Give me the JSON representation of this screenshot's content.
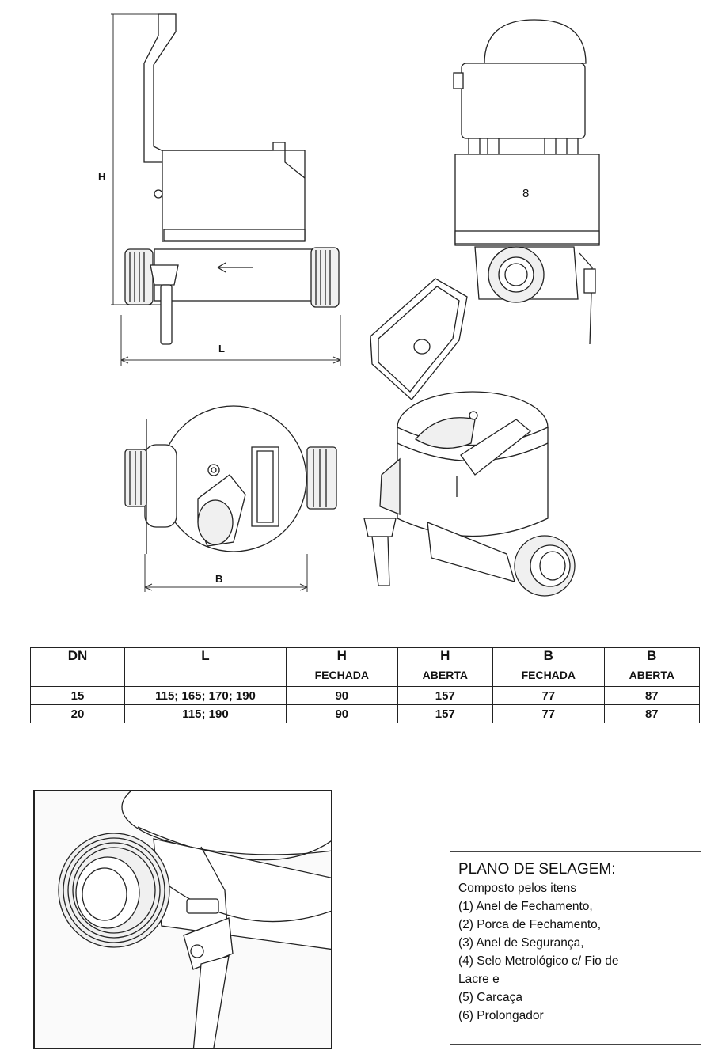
{
  "dimensions": {
    "h_label": "H",
    "l_label": "L",
    "b_label": "B",
    "body_mark": "8"
  },
  "table": {
    "headers": [
      {
        "main": "DN",
        "sub": ""
      },
      {
        "main": "L",
        "sub": ""
      },
      {
        "main": "H",
        "sub": "FECHADA"
      },
      {
        "main": "H",
        "sub": "ABERTA"
      },
      {
        "main": "B",
        "sub": "FECHADA"
      },
      {
        "main": "B",
        "sub": "ABERTA"
      }
    ],
    "rows": [
      [
        "15",
        "115; 165; 170; 190",
        "90",
        "157",
        "77",
        "87"
      ],
      [
        "20",
        "115; 190",
        "90",
        "157",
        "77",
        "87"
      ]
    ]
  },
  "legend": {
    "title": "PLANO DE SELAGEM:",
    "lines": [
      "Composto pelos itens",
      "(1) Anel de Fechamento,",
      "(2) Porca de Fechamento,",
      "(3) Anel de Segurança,",
      "(4) Selo Metrológico c/ Fio de",
      "Lacre e",
      "(5) Carcaça",
      "(6) Prolongador"
    ]
  }
}
